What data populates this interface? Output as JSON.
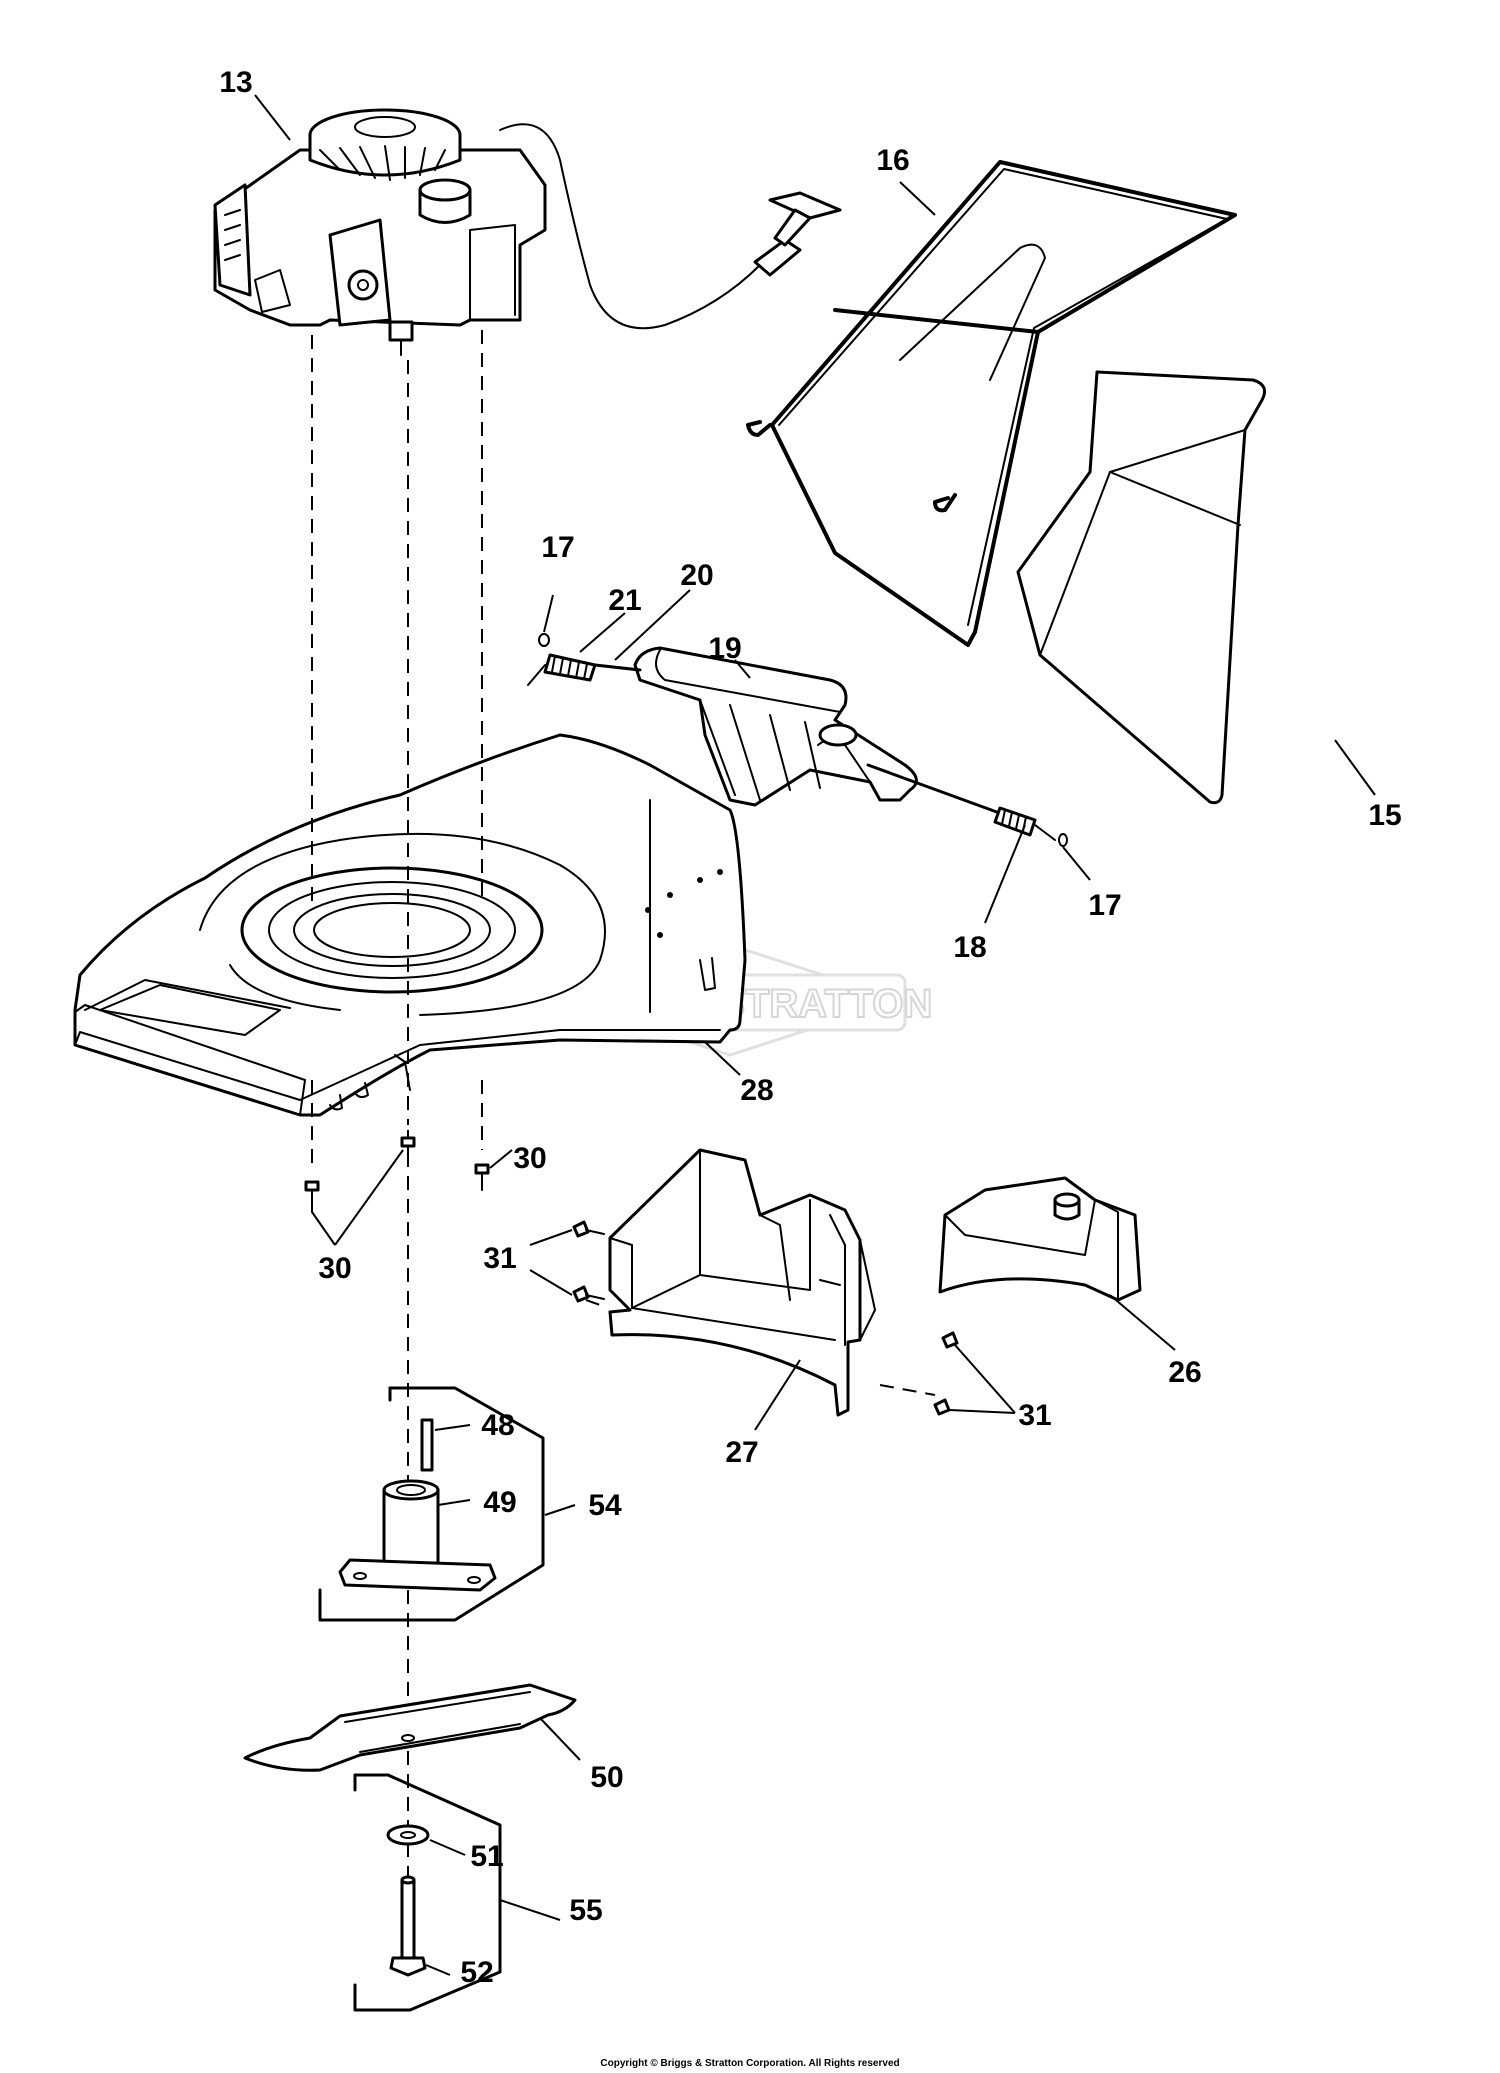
{
  "watermark": "BRIGGS&STRATTON",
  "copyright": "Copyright © Briggs & Stratton Corporation. All Rights reserved",
  "callouts": [
    {
      "id": "13",
      "text": "13"
    },
    {
      "id": "16",
      "text": "16"
    },
    {
      "id": "17a",
      "text": "17"
    },
    {
      "id": "21",
      "text": "21"
    },
    {
      "id": "20",
      "text": "20"
    },
    {
      "id": "19",
      "text": "19"
    },
    {
      "id": "15",
      "text": "15"
    },
    {
      "id": "18",
      "text": "18"
    },
    {
      "id": "17b",
      "text": "17"
    },
    {
      "id": "28",
      "text": "28"
    },
    {
      "id": "30a",
      "text": "30"
    },
    {
      "id": "30b",
      "text": "30"
    },
    {
      "id": "31a",
      "text": "31"
    },
    {
      "id": "26",
      "text": "26"
    },
    {
      "id": "31b",
      "text": "31"
    },
    {
      "id": "27",
      "text": "27"
    },
    {
      "id": "48",
      "text": "48"
    },
    {
      "id": "49",
      "text": "49"
    },
    {
      "id": "54",
      "text": "54"
    },
    {
      "id": "50",
      "text": "50"
    },
    {
      "id": "51",
      "text": "51"
    },
    {
      "id": "55",
      "text": "55"
    },
    {
      "id": "52",
      "text": "52"
    }
  ]
}
